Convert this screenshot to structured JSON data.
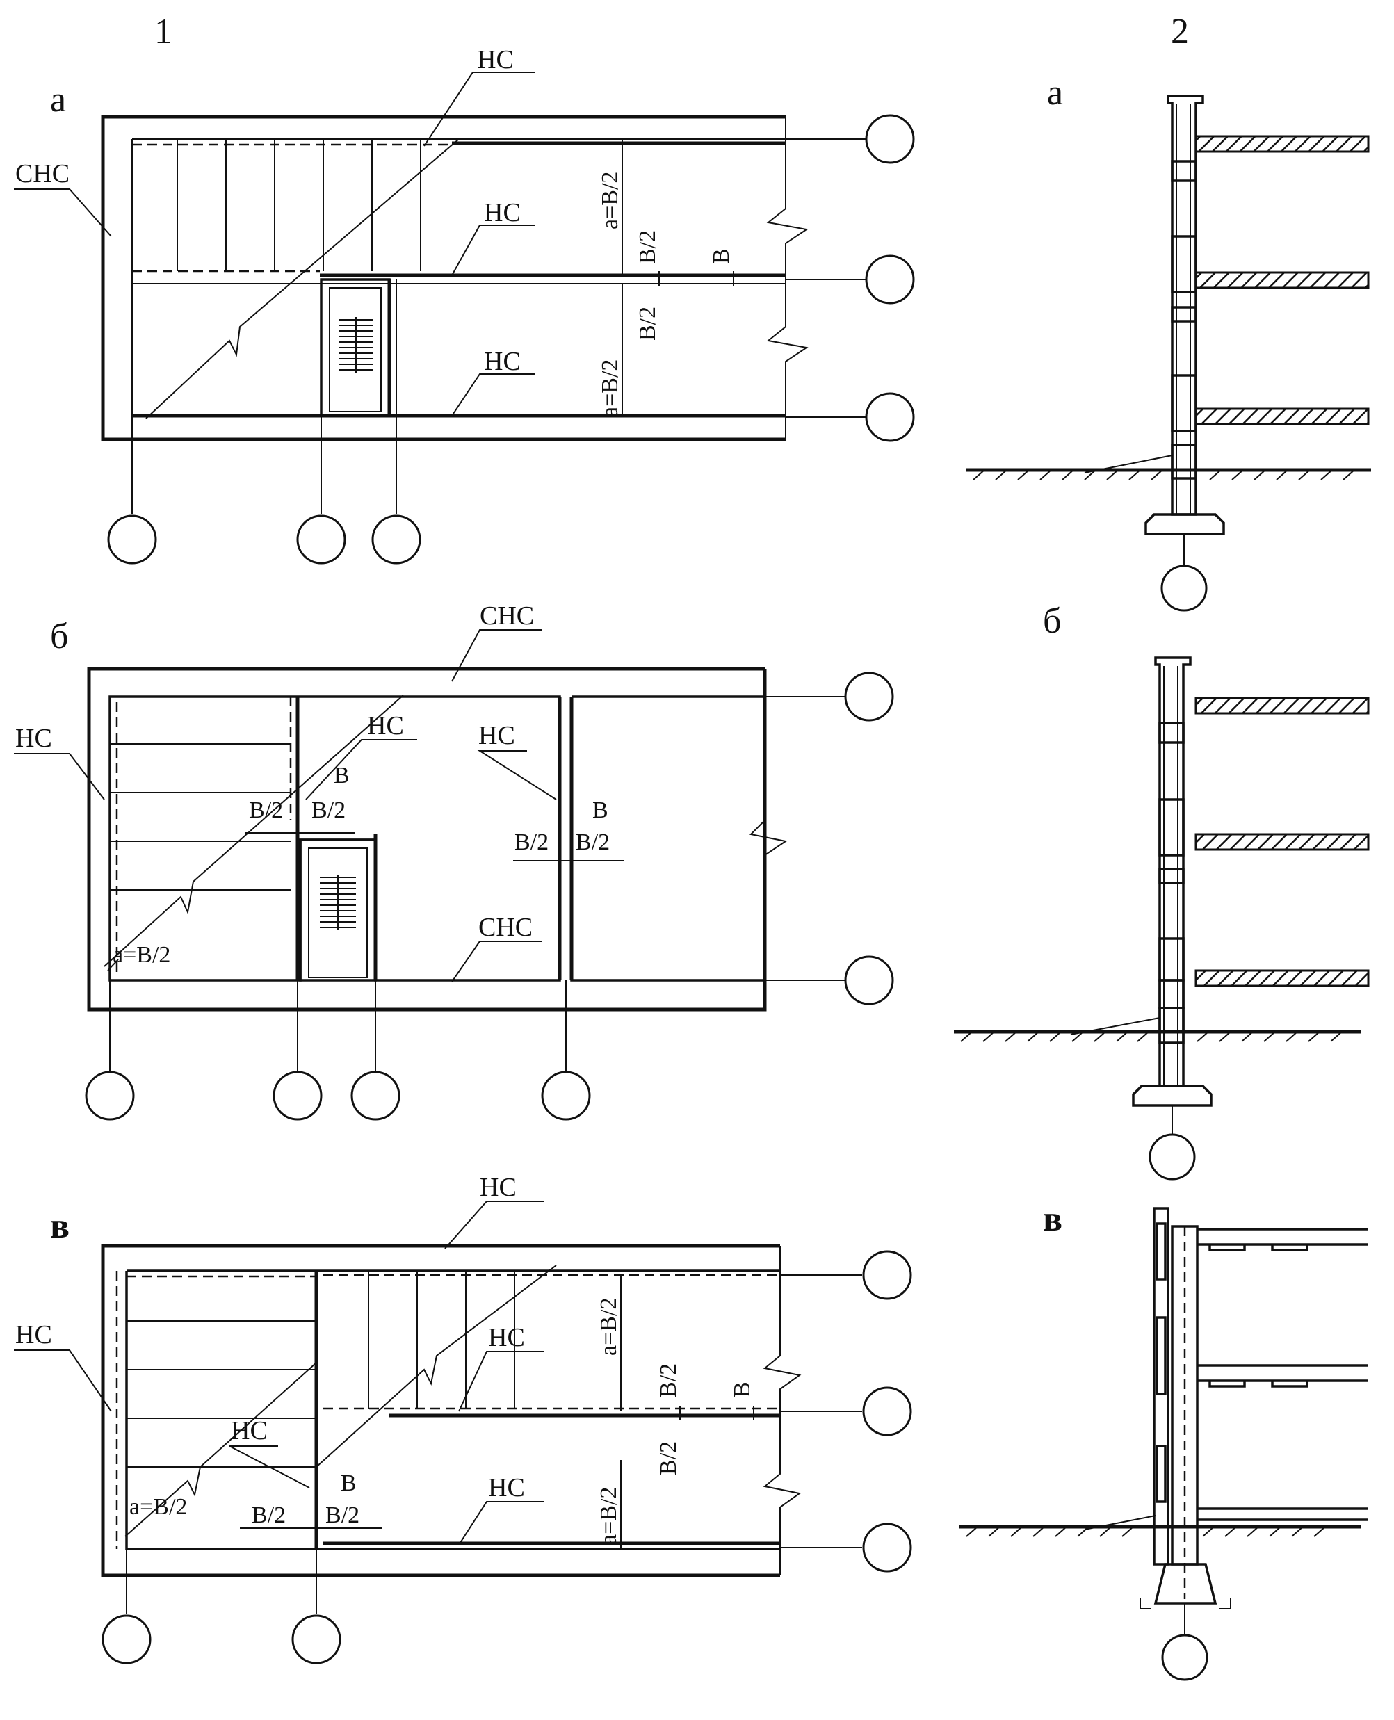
{
  "columns": {
    "left": "1",
    "right": "2"
  },
  "plans": {
    "a": {
      "label": "а",
      "callouts": [
        "СНС",
        "НС",
        "НС",
        "НС"
      ],
      "dims": [
        "a=B/2",
        "B/2",
        "B",
        "B/2",
        "a=B/2"
      ]
    },
    "b": {
      "label": "б",
      "callouts": [
        "НС",
        "СНС",
        "НС",
        "НС",
        "СНС"
      ],
      "dims": [
        "B",
        "B/2",
        "B/2",
        "B",
        "B/2",
        "B/2",
        "a=B/2"
      ]
    },
    "c": {
      "label": "в",
      "callouts": [
        "НС",
        "НС",
        "НС",
        "НС",
        "НС"
      ],
      "dims": [
        "a=B/2",
        "B/2",
        "B",
        "B/2",
        "a=B/2",
        "B",
        "B/2",
        "B/2",
        "a=B/2"
      ]
    }
  },
  "sections": {
    "a": {
      "label": "а"
    },
    "b": {
      "label": "б"
    },
    "c": {
      "label": "в"
    }
  }
}
